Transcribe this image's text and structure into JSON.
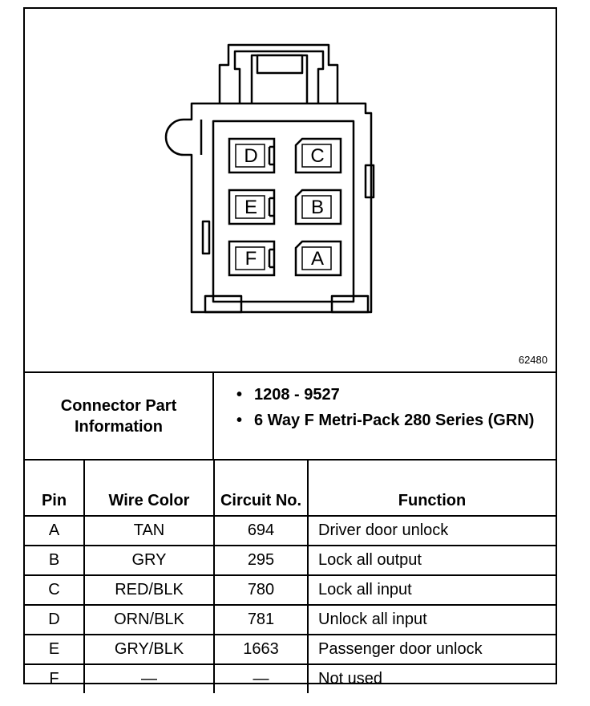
{
  "figure_number": "62480",
  "connector": {
    "pins": [
      {
        "letter": "D"
      },
      {
        "letter": "C"
      },
      {
        "letter": "E"
      },
      {
        "letter": "B"
      },
      {
        "letter": "F"
      },
      {
        "letter": "A"
      }
    ]
  },
  "part_info": {
    "label": "Connector Part\nInformation",
    "items": [
      "1208 - 9527",
      "6 Way F Metri-Pack 280 Series (GRN)"
    ],
    "bullet": "•"
  },
  "table": {
    "headers": {
      "pin": "Pin",
      "wire_color": "Wire Color",
      "circuit": "Circuit No.",
      "function": "Function"
    },
    "rows": [
      {
        "pin": "A",
        "wire_color": "TAN",
        "circuit": "694",
        "function": "Driver door unlock"
      },
      {
        "pin": "B",
        "wire_color": "GRY",
        "circuit": "295",
        "function": "Lock all output"
      },
      {
        "pin": "C",
        "wire_color": "RED/BLK",
        "circuit": "780",
        "function": "Lock all input"
      },
      {
        "pin": "D",
        "wire_color": "ORN/BLK",
        "circuit": "781",
        "function": "Unlock all input"
      },
      {
        "pin": "E",
        "wire_color": "GRY/BLK",
        "circuit": "1663",
        "function": "Passenger door unlock"
      },
      {
        "pin": "F",
        "wire_color": "—",
        "circuit": "—",
        "function": "Not used"
      }
    ]
  }
}
